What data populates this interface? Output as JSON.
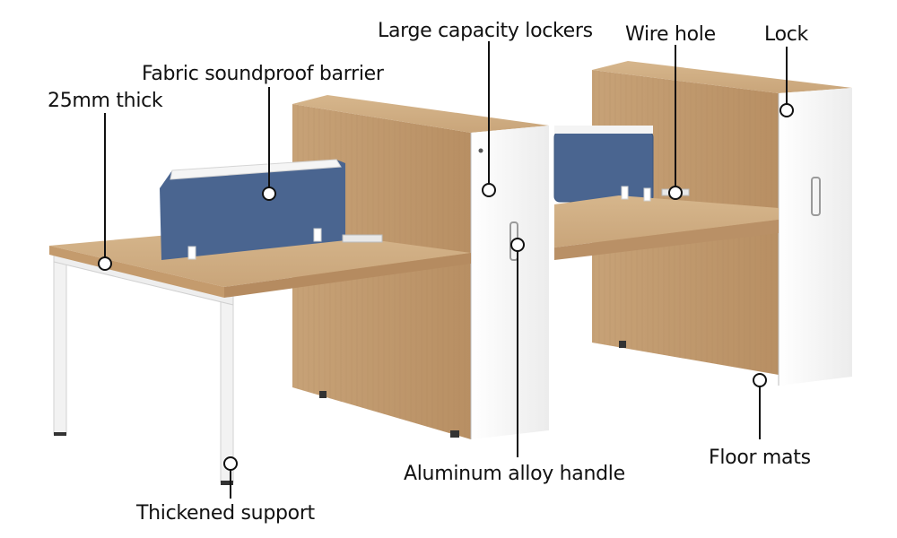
{
  "labels": {
    "lockers": "Large capacity lockers",
    "wire_hole": "Wire hole",
    "lock": "Lock",
    "barrier": "Fabric soundproof barrier",
    "thick": "25mm thick",
    "handle": "Aluminum alloy handle",
    "floor_mats": "Floor mats",
    "support": "Thickened support"
  },
  "colors": {
    "wood": "#c9a57a",
    "wood_dark": "#b48c62",
    "panel_blue": "#4a6590",
    "white": "#f7f7f7",
    "frame": "#efefef"
  }
}
